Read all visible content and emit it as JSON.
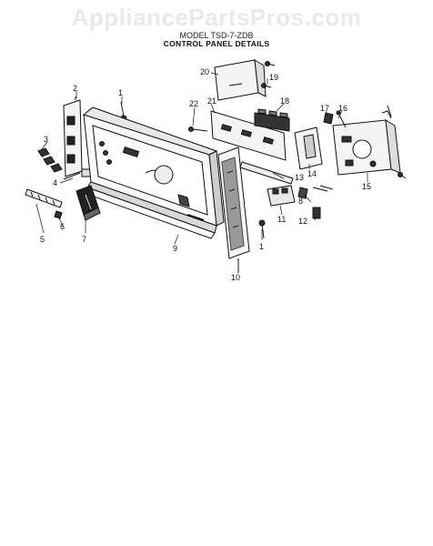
{
  "watermark": "AppliancePartsPros.com",
  "model_line": "MODEL TSD-7-ZDB",
  "section_title": "CONTROL PANEL DETAILS",
  "callouts": [
    "1",
    "2",
    "3",
    "4",
    "5",
    "6",
    "7",
    "8",
    "9",
    "10",
    "11",
    "12",
    "13",
    "14",
    "15",
    "16",
    "17",
    "18",
    "19",
    "20",
    "21",
    "22",
    "1"
  ]
}
